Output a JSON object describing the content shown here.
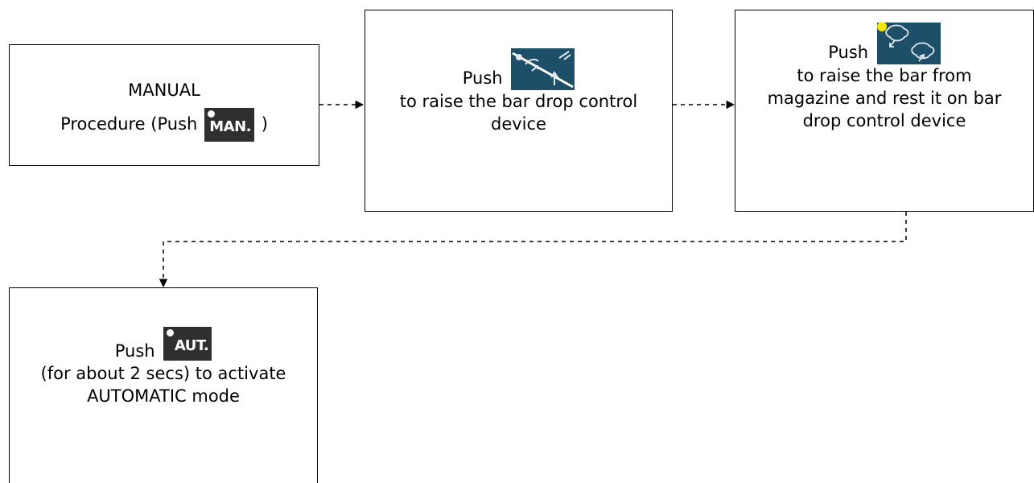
{
  "step1": {
    "line1": "MANUAL",
    "line2_prefix": "Procedure (Push",
    "line2_suffix": ")",
    "button_label": "MAN."
  },
  "step2": {
    "line1": "Push",
    "line2": "to raise the bar drop control",
    "line3": "device"
  },
  "step3": {
    "line1": "Push",
    "line2": "to raise the bar from",
    "line3": "magazine and rest it on bar",
    "line4": "drop control device"
  },
  "step4": {
    "line1": "Push",
    "button_label": "AUT.",
    "line2": "(for about 2 secs) to activate",
    "line3": "AUTOMATIC mode"
  },
  "colors": {
    "button_dark": "#2f2f2f",
    "icon_teal": "#1e4f68",
    "indicator_yellow": "#f7e600"
  }
}
